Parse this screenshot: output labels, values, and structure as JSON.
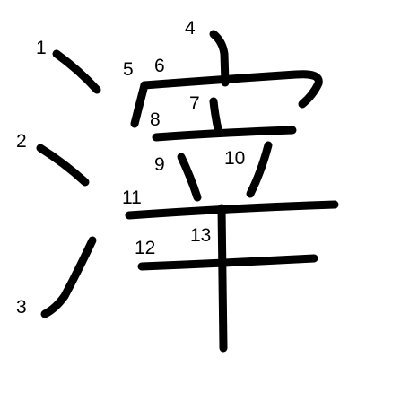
{
  "character": "滓",
  "ink_color": "#000000",
  "background_color": "#ffffff",
  "stroke_numbers": [
    "1",
    "2",
    "3",
    "4",
    "5",
    "6",
    "7",
    "8",
    "9",
    "10",
    "11",
    "12",
    "13"
  ]
}
